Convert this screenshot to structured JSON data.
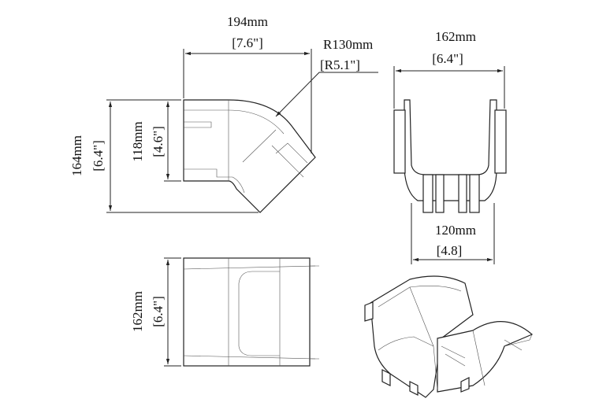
{
  "top_view": {
    "width_mm": "194mm",
    "width_in": "[7.6\"]",
    "radius_mm": "R130mm",
    "radius_in": "[R5.1\"]",
    "height_outer_mm": "164mm",
    "height_outer_in": "[6.4\"]",
    "height_inner_mm": "118mm",
    "height_inner_in": "[4.6\"]"
  },
  "end_view": {
    "width_mm": "162mm",
    "width_in": "[6.4\"]",
    "base_mm": "120mm",
    "base_in": "[4.8]"
  },
  "side_view": {
    "height_mm": "162mm",
    "height_in": "[6.4\"]"
  }
}
